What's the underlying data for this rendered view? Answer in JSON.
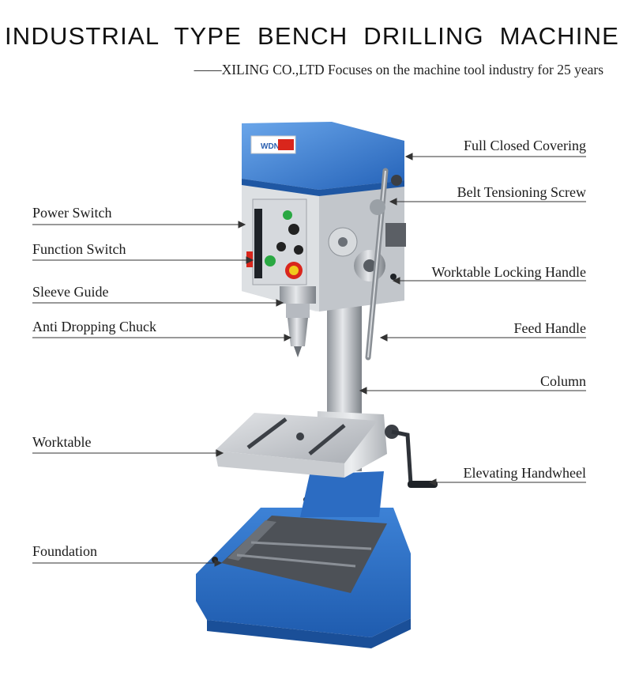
{
  "title": "INDUSTRIAL TYPE BENCH DRILLING MACHINE",
  "subtitle": "——XILING CO.,LTD Focuses on the machine tool industry for 25 years",
  "logo_text": "WDN",
  "colors": {
    "body_blue": "#2f73c8",
    "light_blue": "#5b9be0",
    "steel": "#b8bcc2",
    "red": "#d9261c",
    "green": "#2aa842"
  },
  "labels_left": [
    "Power Switch",
    "Function Switch",
    "Sleeve Guide",
    "Anti Dropping Chuck",
    "Worktable",
    "Foundation"
  ],
  "labels_right": [
    "Full Closed Covering",
    "Belt Tensioning Screw",
    "Worktable Locking Handle",
    "Feed Handle",
    "Column",
    "Elevating Handwheel"
  ]
}
